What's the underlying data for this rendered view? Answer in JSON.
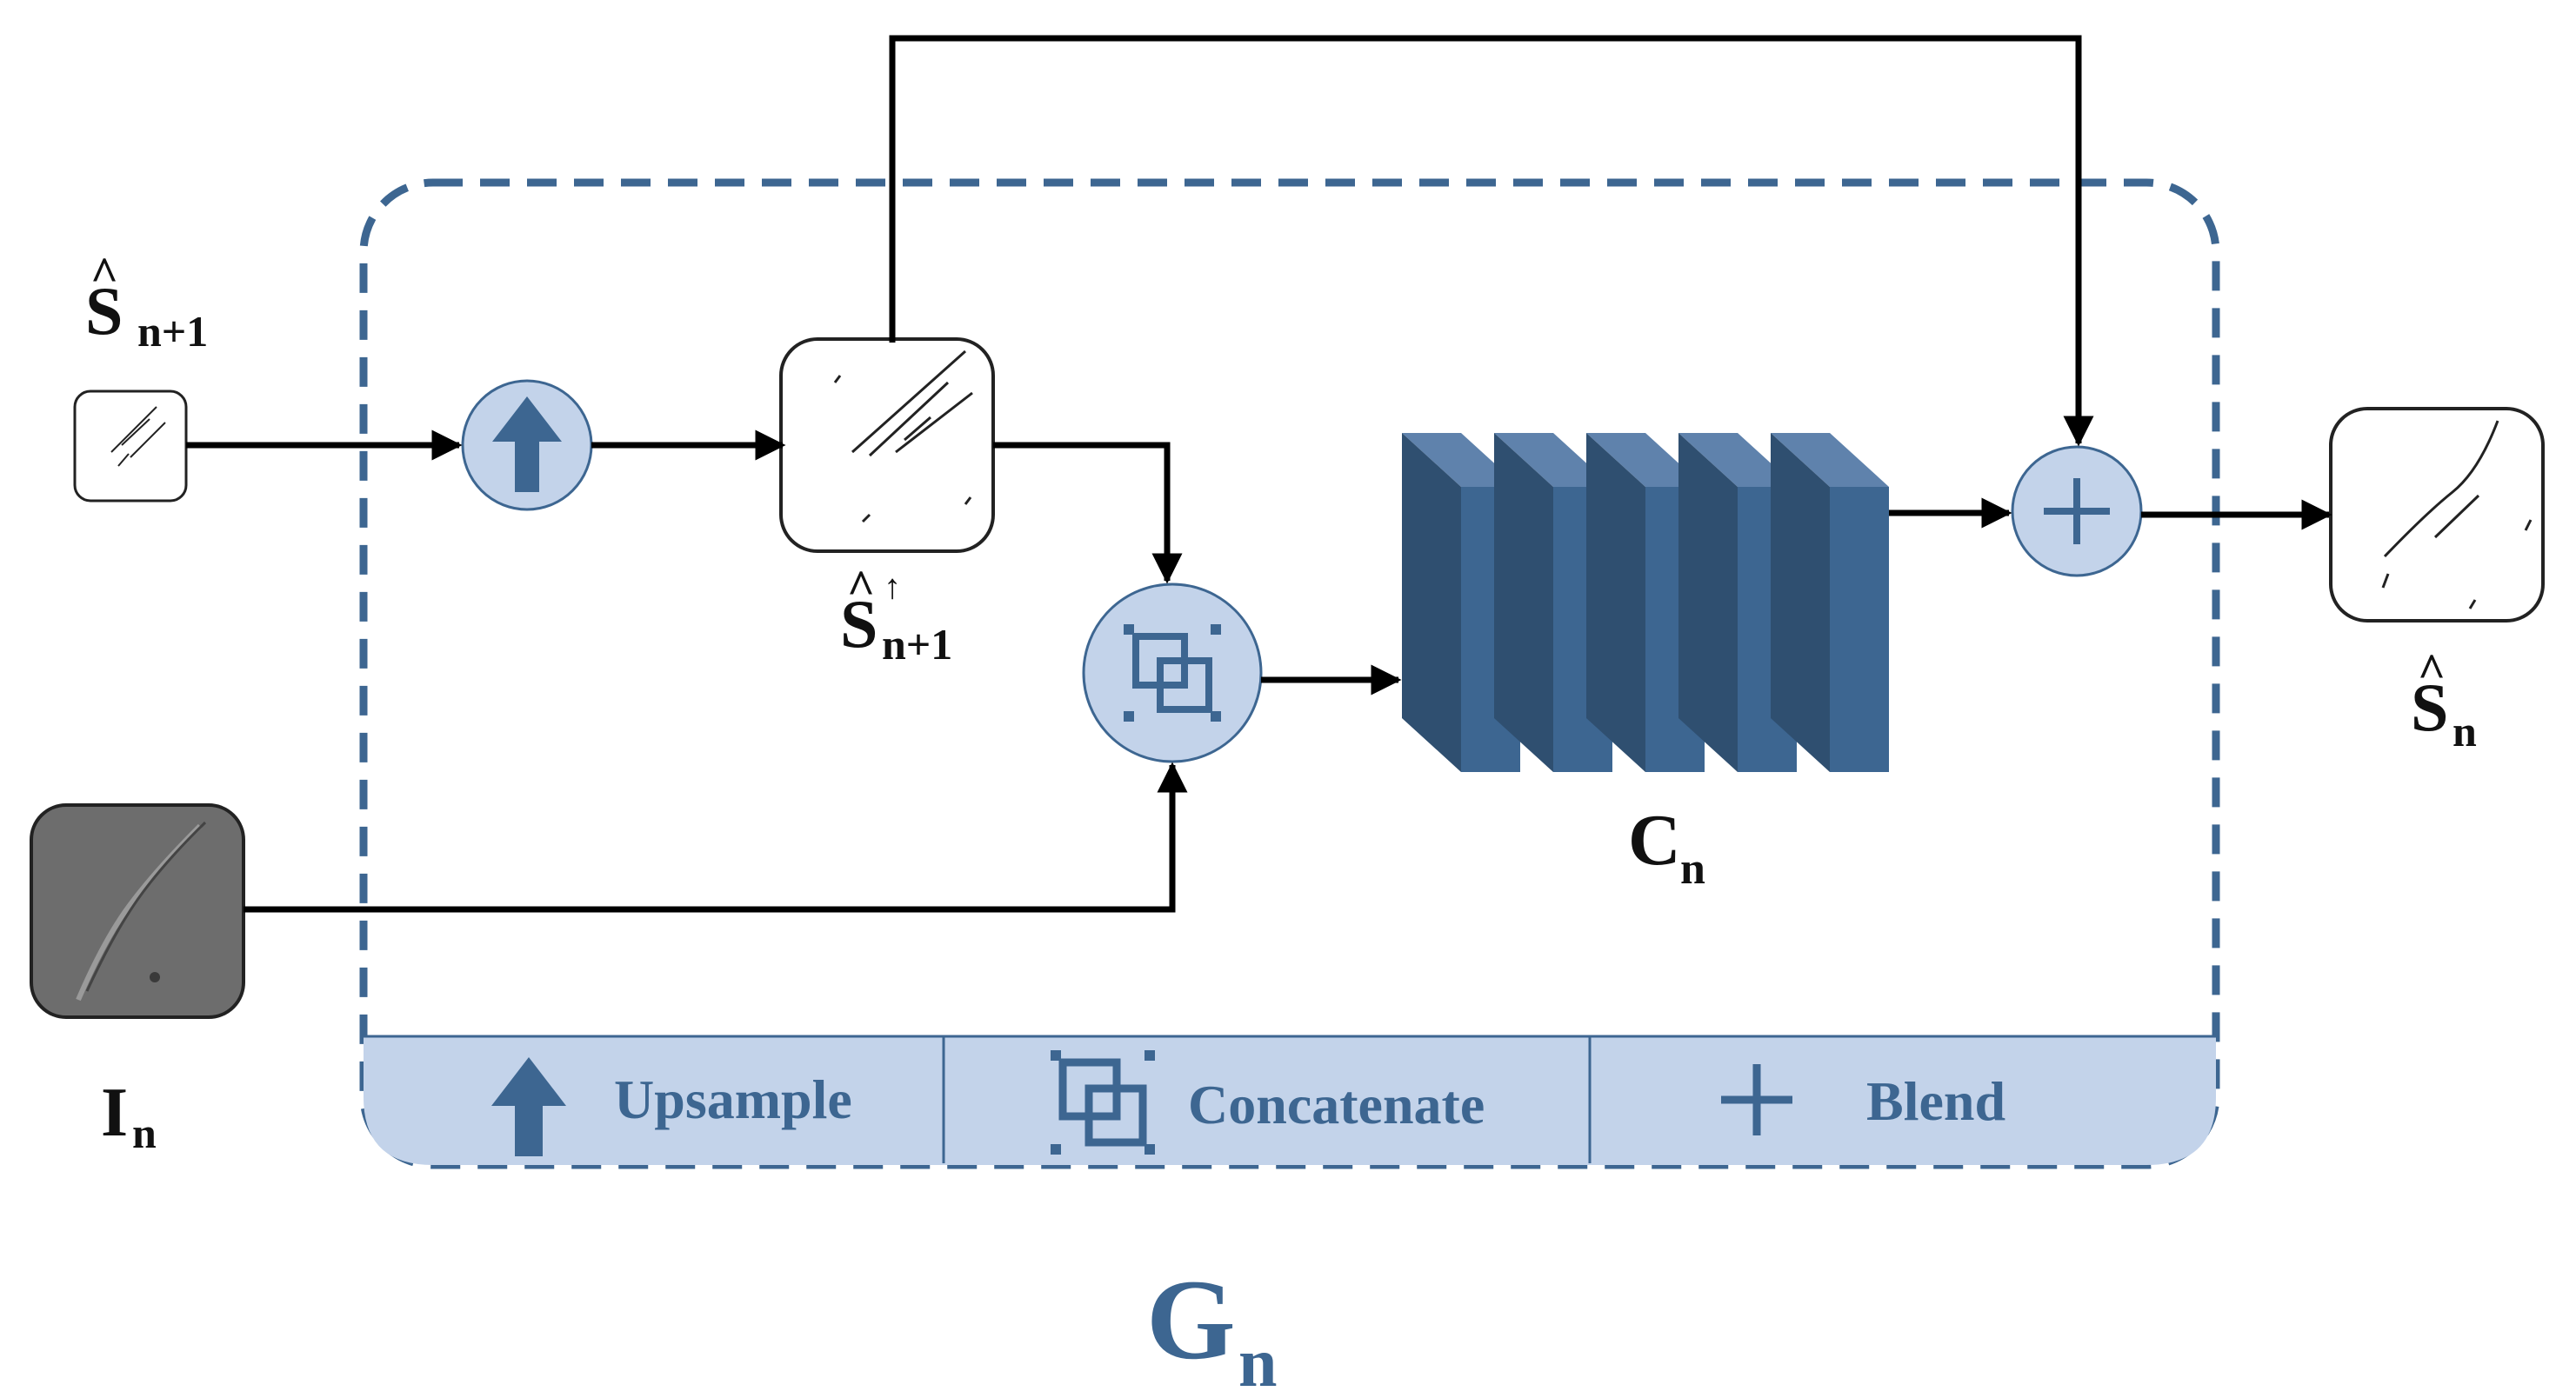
{
  "labels": {
    "s_hat_input": {
      "main": "S",
      "hat": "^",
      "sub": "n+1"
    },
    "s_hat_upsampled": {
      "main": "S",
      "hat": "^",
      "sup": "↑",
      "sub": "n+1"
    },
    "s_hat_output": {
      "main": "S",
      "hat": "^",
      "sub": "n"
    },
    "image_input": {
      "main": "I",
      "sub": "n"
    },
    "conv_block": {
      "main": "C",
      "sub": "n"
    },
    "generator": {
      "main": "G",
      "sub": "n"
    }
  },
  "legend": {
    "items": [
      {
        "icon": "up-arrow-icon",
        "label": "Upsample"
      },
      {
        "icon": "concatenate-icon",
        "label": "Concatenate"
      },
      {
        "icon": "plus-icon",
        "label": "Blend"
      }
    ]
  },
  "colors": {
    "accent_blue": "#3d6691",
    "dark_blue": "#2f4f70",
    "light_blue_fill": "#c3d3ea",
    "arrow_black": "#000000",
    "label_black": "#111111"
  },
  "conv_block": {
    "layer_count": 5
  }
}
